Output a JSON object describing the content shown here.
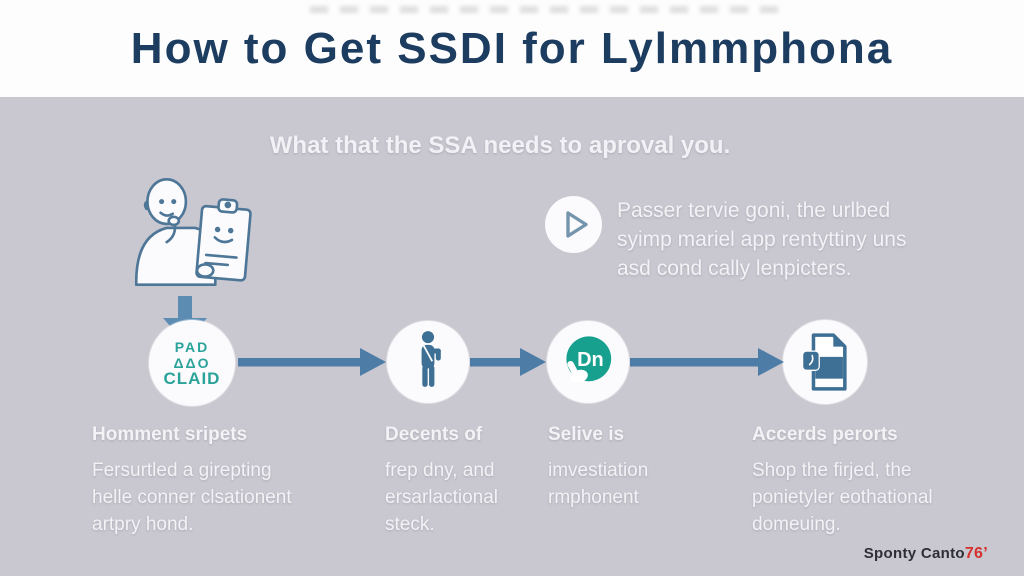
{
  "title": "How to Get SSDI for Lylmmphona",
  "subtitle": "What that the SSA needs to aproval you.",
  "intro": {
    "lines": [
      "Passer tervie goni, the urlbed",
      "syimp mariel app rentyttiny uns",
      "asd cond cally lenpicters."
    ]
  },
  "steps": [
    {
      "icon": "claim-badge-icon",
      "icon_lines": [
        "PAD",
        "ΔΔO",
        "CLAID"
      ],
      "heading": "Homment sripets",
      "body": [
        "Fersurtled a girepting",
        "helle conner clsationent",
        "artpry hond."
      ]
    },
    {
      "icon": "person-icon",
      "heading": "Decents of",
      "body": [
        "frep dny, and",
        "ersarlactional",
        "steck."
      ]
    },
    {
      "icon": "hand-badge-icon",
      "icon_text": "Dn",
      "heading": "Selive is",
      "body": [
        "imvestiation",
        "rmphonent"
      ]
    },
    {
      "icon": "document-icon",
      "heading": "Accerds perorts",
      "body": [
        "Shop the firjed, the",
        "ponietyler eothational",
        "domeuing."
      ]
    }
  ],
  "footer": {
    "brand": "Sponty Canto",
    "brand_number": "76’"
  },
  "colors": {
    "title_navy": "#1c3c60",
    "steel_blue": "#4d7da7",
    "teal": "#1fa293",
    "icon_blue": "#3e6f94",
    "text_white": "#f3f2f5",
    "background_gray": "#c9c8d0",
    "brand_red": "#d5302c"
  }
}
